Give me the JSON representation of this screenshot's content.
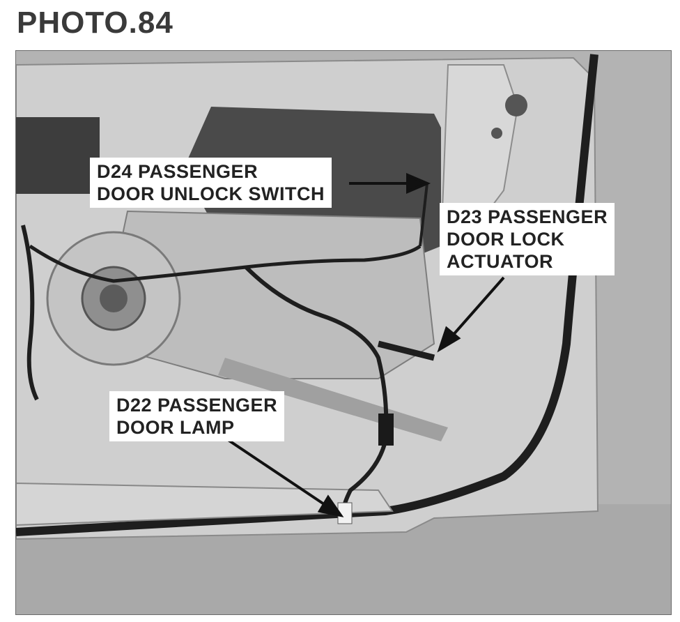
{
  "title": "PHOTO.84",
  "callouts": {
    "d24": {
      "line1": "D24 PASSENGER",
      "line2": "DOOR UNLOCK SWITCH"
    },
    "d23": {
      "line1": "D23 PASSENGER",
      "line2": "DOOR LOCK",
      "line3": "ACTUATOR"
    },
    "d22": {
      "line1": "D22 PASSENGER",
      "line2": "DOOR LAMP"
    }
  },
  "colors": {
    "background": "#ffffff",
    "title": "#3a3a3a",
    "door_panel": "#c9c9c9",
    "wiring": "#1e1e1e",
    "label_bg": "#ffffff"
  }
}
